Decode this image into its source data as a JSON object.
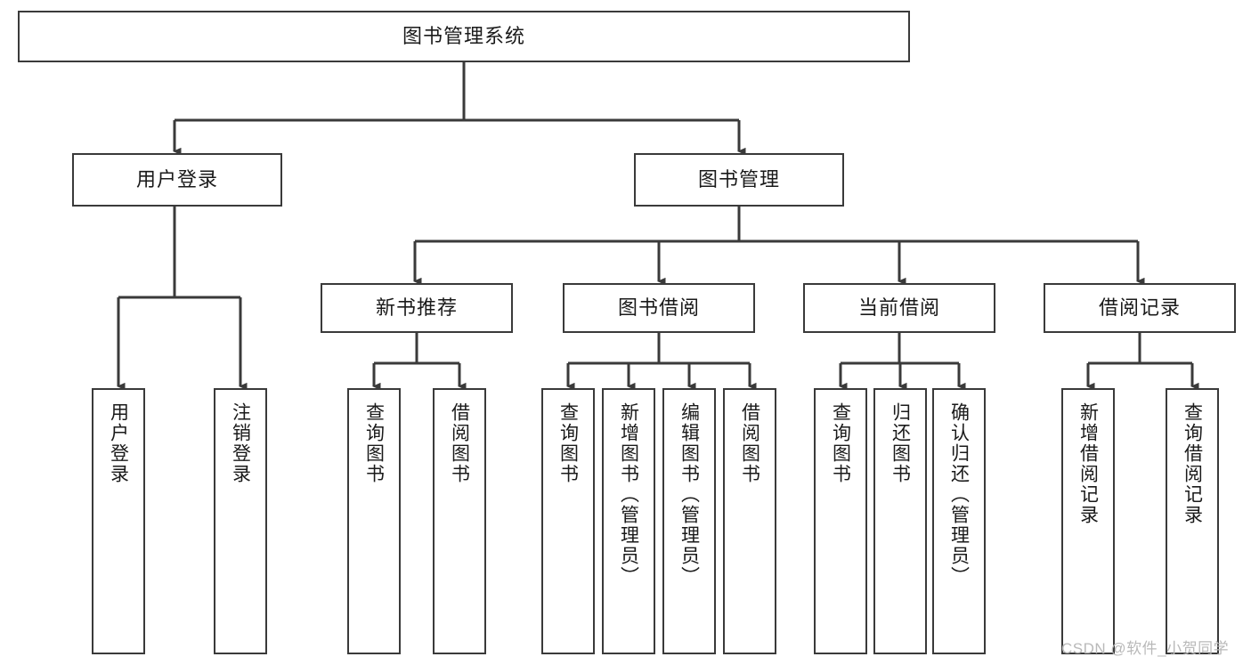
{
  "diagram": {
    "title": "图书管理系统",
    "type": "tree-hierarchy",
    "stroke_color": "#3a3a3a",
    "background_color": "#ffffff",
    "nodes": {
      "root": {
        "label": "图书管理系统"
      },
      "level2": [
        {
          "id": "user-login",
          "label": "用户登录"
        },
        {
          "id": "book-manage",
          "label": "图书管理"
        }
      ],
      "level3": [
        {
          "id": "new-book-recommend",
          "label": "新书推荐"
        },
        {
          "id": "book-borrow",
          "label": "图书借阅"
        },
        {
          "id": "current-borrow",
          "label": "当前借阅"
        },
        {
          "id": "borrow-record",
          "label": "借阅记录"
        }
      ],
      "leaves": {
        "user_login": [
          {
            "id": "leaf-user-login",
            "label": "用户登录"
          },
          {
            "id": "leaf-logout-login",
            "label": "注销登录"
          }
        ],
        "new_book_recommend": [
          {
            "id": "leaf-query-book-1",
            "label": "查询图书"
          },
          {
            "id": "leaf-borrow-book-1",
            "label": "借阅图书"
          }
        ],
        "book_borrow": [
          {
            "id": "leaf-query-book-2",
            "label": "查询图书"
          },
          {
            "id": "leaf-add-book",
            "label": "新增图书（管理员）"
          },
          {
            "id": "leaf-edit-book",
            "label": "编辑图书（管理员）"
          },
          {
            "id": "leaf-borrow-book-2",
            "label": "借阅图书"
          }
        ],
        "current_borrow": [
          {
            "id": "leaf-query-book-3",
            "label": "查询图书"
          },
          {
            "id": "leaf-return-book",
            "label": "归还图书"
          },
          {
            "id": "leaf-confirm-return",
            "label": "确认归还（管理员）"
          }
        ],
        "borrow_record": [
          {
            "id": "leaf-add-borrow-record",
            "label": "新增借阅记录"
          },
          {
            "id": "leaf-query-borrow-record",
            "label": "查询借阅记录"
          }
        ]
      }
    }
  },
  "watermark": {
    "text": "CSDN @软件_小贺同学"
  }
}
